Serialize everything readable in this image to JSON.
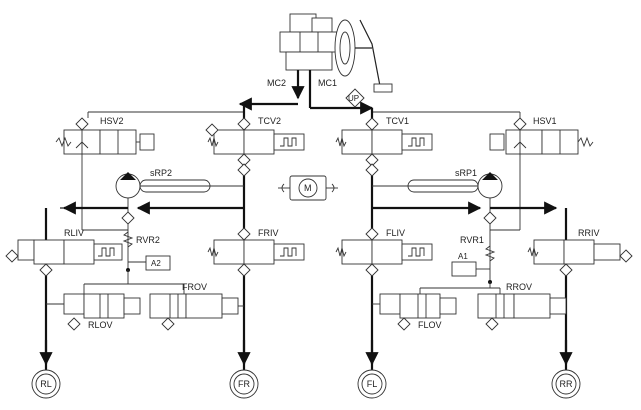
{
  "labels": {
    "mc1": "MC1",
    "mc2": "MC2",
    "up": "UP",
    "motor": "M",
    "hsv1": "HSV1",
    "hsv2": "HSV2",
    "tcv1": "TCV1",
    "tcv2": "TCV2",
    "srp1": "sRP1",
    "srp2": "sRP2",
    "fliv": "FLIV",
    "friv": "FRIV",
    "rliv": "RLIV",
    "rriv": "RRIV",
    "rvr1": "RVR1",
    "rvr2": "RVR2",
    "a1": "A1",
    "a2": "A2",
    "flov": "FLOV",
    "frov": "FROV",
    "rlov": "RLOV",
    "rrov": "RROV"
  },
  "wheels": {
    "rl": "RL",
    "fr": "FR",
    "fl": "FL",
    "rr": "RR"
  },
  "colors": {
    "line": "#222222",
    "background": "#ffffff"
  }
}
